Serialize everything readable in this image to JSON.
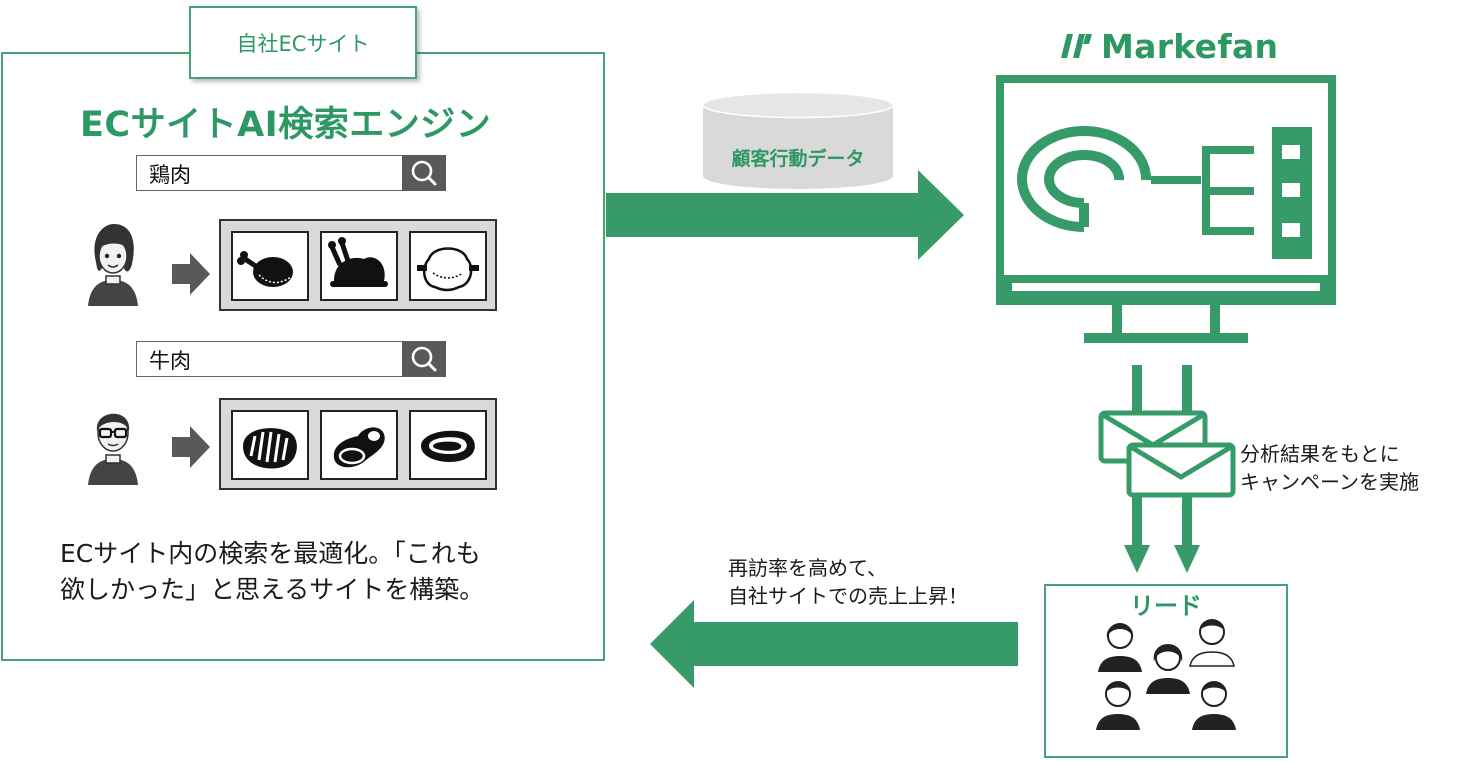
{
  "site": {
    "tab_label": "自社ECサイト",
    "engine_title": "ECサイトAI検索エンジン",
    "searches": [
      {
        "query": "鶏肉",
        "results": [
          "chicken-leg-icon",
          "roast-chicken-icon",
          "chicken-wing-icon"
        ]
      },
      {
        "query": "牛肉",
        "results": [
          "steak-icon",
          "beef-cut-icon",
          "sirloin-icon"
        ]
      }
    ],
    "description_lines": [
      "ECサイト内の検索を最適化。「これも",
      "欲しかった」と思えるサイトを構築。"
    ]
  },
  "flow": {
    "data_label": "顧客行動データ",
    "campaign_lines": [
      "分析結果をもとに",
      "キャンペーンを実施"
    ],
    "return_lines": [
      "再訪率を高めて、",
      "自社サイトでの売上上昇！"
    ]
  },
  "markefan": {
    "brand": "Markefan"
  },
  "lead": {
    "title": "リード"
  },
  "colors": {
    "accent": "#2e9865",
    "border": "#46a377",
    "dark": "#595959",
    "tray": "#d9d9d9"
  }
}
